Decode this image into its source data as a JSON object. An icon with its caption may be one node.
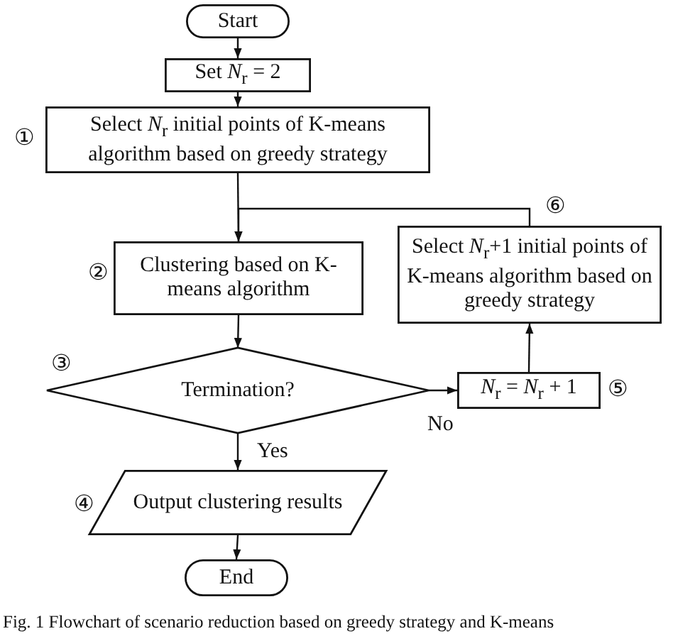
{
  "diagram": {
    "caption": "Fig. 1 Flowchart of scenario reduction based on greedy strategy and K-means",
    "nodes": [
      {
        "text": [
          "Start"
        ]
      },
      {
        "text": [
          "Set *N*$_{r}$ = 2"
        ]
      },
      {
        "text": [
          "Select *N*$_{r}$ initial points of K-means algorithm based on greedy strategy"
        ],
        "beside": [
          "①"
        ]
      },
      {
        "text": [
          "Clustering based on K-means algorithm"
        ],
        "beside": [
          "②"
        ]
      },
      {
        "text": [
          "Termination?"
        ],
        "beside": [
          "③"
        ]
      },
      {
        "text": [
          "Output clustering results"
        ],
        "beside": [
          "④"
        ]
      },
      {
        "text": [
          "End"
        ]
      },
      {
        "text": [
          "*N*$_{r}$ = *N*$_{r}$ + 1"
        ],
        "beside": [
          "⑤"
        ]
      },
      {
        "text": [
          "Select *N*$_{r}$+1 initial points of K-means algorithm based on greedy strategy"
        ],
        "beside": [
          "⑥"
        ]
      }
    ],
    "edges": [
      {
        "from": 0,
        "to": 1,
        "arrow": "to"
      },
      {
        "from": 1,
        "to": 2,
        "arrow": "to"
      },
      {
        "from": 2,
        "to": 3,
        "arrow": "to"
      },
      {
        "from": 3,
        "to": 4,
        "arrow": "to"
      },
      {
        "from": 4,
        "to": 5,
        "arrow": "to",
        "label": "Yes"
      },
      {
        "from": 5,
        "to": 6,
        "arrow": "to"
      },
      {
        "from": 4,
        "to": 7,
        "arrow": "to",
        "label": "No"
      },
      {
        "from": 7,
        "to": 8,
        "arrow": "to"
      },
      {
        "from": 8,
        "to": 3,
        "arrow": "to"
      }
    ]
  }
}
